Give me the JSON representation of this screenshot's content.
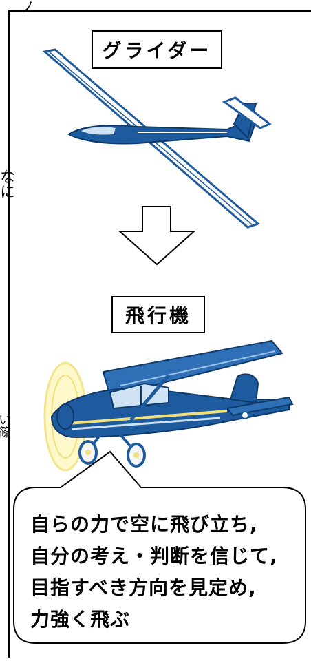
{
  "top_fragment": "ノ",
  "side_marks": {
    "upper": "なに",
    "lower": "い篠"
  },
  "glider": {
    "label": "グライダー",
    "image": "glider-illustration"
  },
  "arrow": {
    "icon": "down-arrow-icon"
  },
  "airplane": {
    "label": "飛行機",
    "image": "propeller-airplane-illustration"
  },
  "speech_bubble": {
    "lines": [
      "自らの力で空に飛び立ち,",
      "自分の考え・判断を信じて,",
      "目指すべき方向を見定め,",
      "力強く飛ぶ"
    ]
  },
  "colors": {
    "aircraft_blue": "#1d5a9e",
    "aircraft_light": "#cfe2f3",
    "propeller_glow": "#f2e07a",
    "outline": "#000000"
  }
}
